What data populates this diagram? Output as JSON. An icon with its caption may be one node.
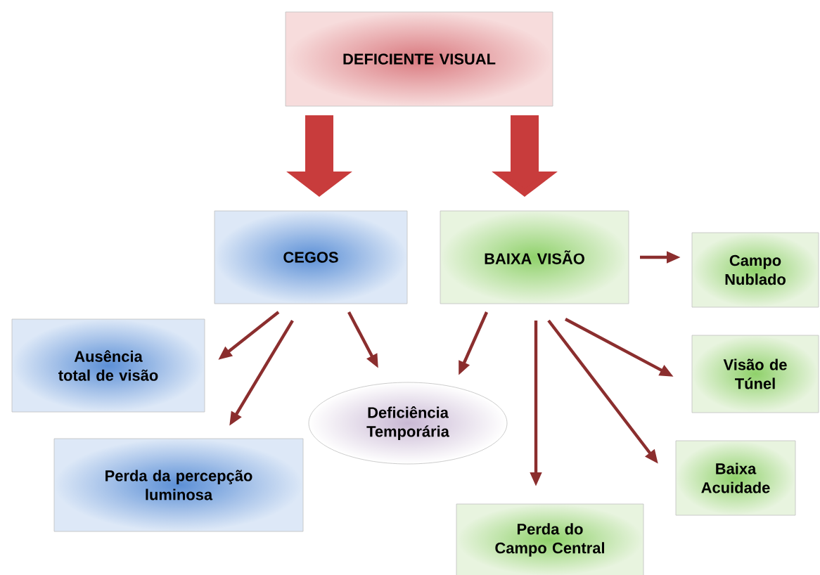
{
  "diagram": {
    "nodes": [
      {
        "text": [
          "DEFICIENTE VISUAL"
        ]
      },
      {
        "text": [
          "CEGOS"
        ]
      },
      {
        "text": [
          "BAIXA VISÃO"
        ]
      },
      {
        "text": [
          "Campo Nublado"
        ]
      },
      {
        "text": [
          "Ausência total de visão"
        ]
      },
      {
        "text": [
          "Deficiência Temporária"
        ]
      },
      {
        "text": [
          "Visão de Túnel"
        ]
      },
      {
        "text": [
          "Perda da percepção luminosa"
        ]
      },
      {
        "text": [
          "Baixa Acuidade"
        ]
      },
      {
        "text": [
          "Perda do Campo Central"
        ]
      }
    ],
    "edges": [
      {
        "from": 0,
        "to": 1,
        "arrow": "to",
        "style": "thick",
        "color": "#c83c3c"
      },
      {
        "from": 0,
        "to": 2,
        "arrow": "to",
        "style": "thick",
        "color": "#c83c3c"
      },
      {
        "from": 2,
        "to": 3,
        "arrow": "to"
      },
      {
        "from": 1,
        "to": 4,
        "arrow": "to"
      },
      {
        "from": 1,
        "to": 7,
        "arrow": "to"
      },
      {
        "from": 1,
        "to": 5,
        "arrow": "to"
      },
      {
        "from": 2,
        "to": 5,
        "arrow": "to"
      },
      {
        "from": 2,
        "to": 9,
        "arrow": "to"
      },
      {
        "from": 2,
        "to": 8,
        "arrow": "to"
      },
      {
        "from": 2,
        "to": 6,
        "arrow": "to"
      }
    ]
  }
}
